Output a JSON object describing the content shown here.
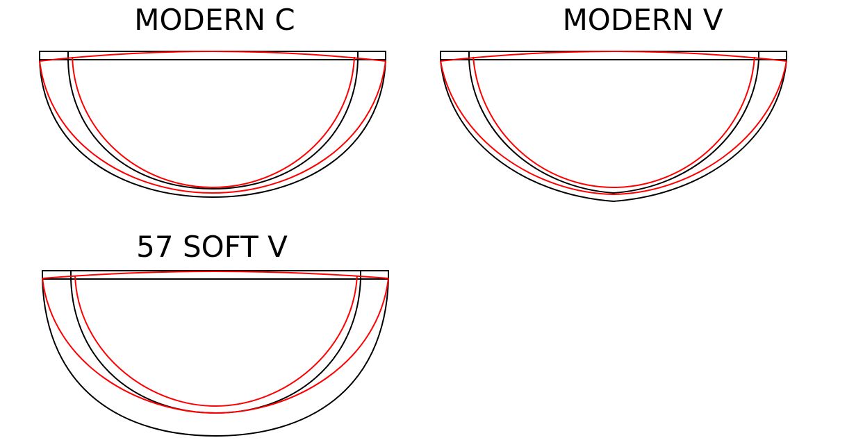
{
  "colors": {
    "outline": "#000000",
    "profile_overlay": "#ff0000",
    "background": "#ffffff"
  },
  "profiles": [
    {
      "title": "MODERN C"
    },
    {
      "title": "MODERN V"
    },
    {
      "title": "57 SOFT V"
    }
  ]
}
